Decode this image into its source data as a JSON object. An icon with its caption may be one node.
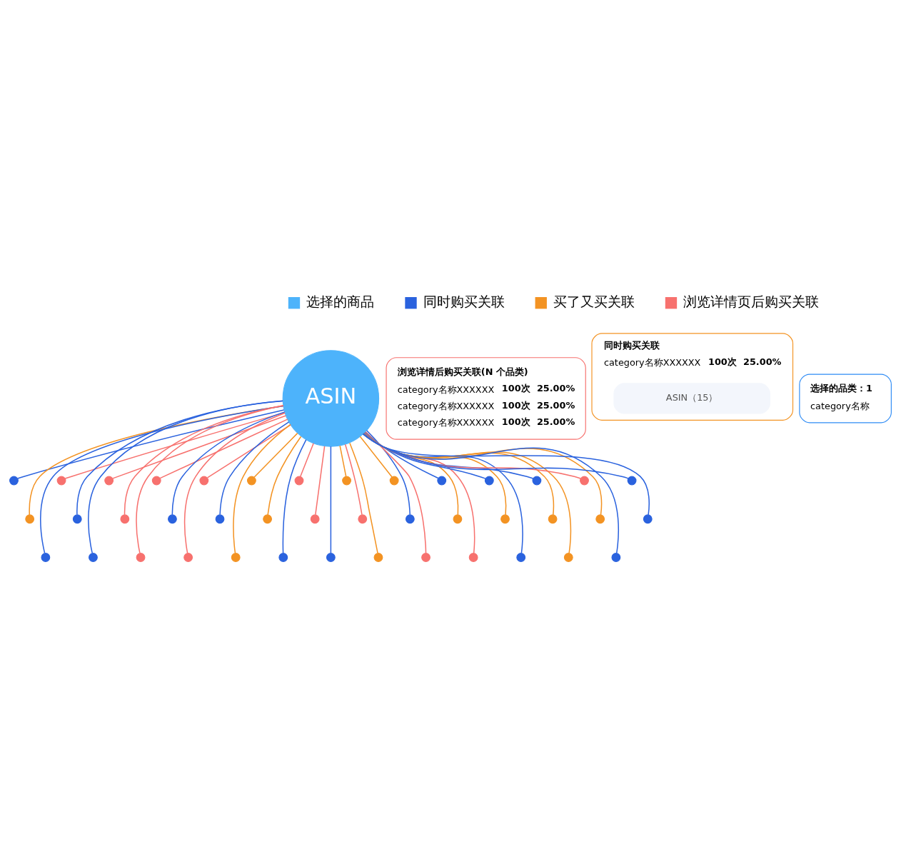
{
  "diagram": {
    "nodes": [
      {
        "text": [
          "ASIN"
        ]
      },
      {
        "text": [
          "浏览详情后购买关联(N 个品类)",
          "category名称XXXXXX",
          "100次",
          "25.00%",
          "category名称XXXXXX",
          "100次",
          "25.00%",
          "category名称XXXXXX",
          "100次",
          "25.00%"
        ]
      },
      {
        "text": [
          "同时购买关联",
          "category名称XXXXXX",
          "100次",
          "25.00%"
        ]
      },
      {
        "text": [
          "ASIN（15）"
        ],
        "in": 2
      },
      {
        "text": [
          "选择的品类：1",
          "category名称"
        ]
      },
      {
        "text": [],
        "shape": "circle"
      },
      {
        "text": [],
        "shape": "circle"
      },
      {
        "text": [],
        "shape": "circle"
      },
      {
        "text": [],
        "shape": "circle"
      },
      {
        "text": [],
        "shape": "circle"
      },
      {
        "text": [],
        "shape": "circle"
      },
      {
        "text": [],
        "shape": "circle"
      },
      {
        "text": [],
        "shape": "circle"
      },
      {
        "text": [],
        "shape": "circle"
      },
      {
        "text": [],
        "shape": "circle"
      },
      {
        "text": [],
        "shape": "circle"
      },
      {
        "text": [],
        "shape": "circle"
      },
      {
        "text": [],
        "shape": "circle"
      },
      {
        "text": [],
        "shape": "circle"
      },
      {
        "text": [],
        "shape": "circle"
      },
      {
        "text": [],
        "shape": "circle"
      },
      {
        "text": [],
        "shape": "circle"
      },
      {
        "text": [],
        "shape": "circle"
      },
      {
        "text": [],
        "shape": "circle"
      },
      {
        "text": [],
        "shape": "circle"
      },
      {
        "text": [],
        "shape": "circle"
      },
      {
        "text": [],
        "shape": "circle"
      },
      {
        "text": [],
        "shape": "circle"
      },
      {
        "text": [],
        "shape": "circle"
      },
      {
        "text": [],
        "shape": "circle"
      },
      {
        "text": [],
        "shape": "circle"
      },
      {
        "text": [],
        "shape": "circle"
      },
      {
        "text": [],
        "shape": "circle"
      },
      {
        "text": [],
        "shape": "circle"
      },
      {
        "text": [],
        "shape": "circle"
      },
      {
        "text": [],
        "shape": "circle"
      },
      {
        "text": [],
        "shape": "circle"
      },
      {
        "text": [],
        "shape": "circle"
      },
      {
        "text": [],
        "shape": "circle"
      },
      {
        "text": [],
        "shape": "circle"
      },
      {
        "text": [],
        "shape": "circle"
      },
      {
        "text": [],
        "shape": "circle"
      },
      {
        "text": [],
        "shape": "circle"
      },
      {
        "text": [],
        "shape": "circle"
      },
      {
        "text": [],
        "shape": "circle"
      },
      {
        "text": [],
        "shape": "circle"
      }
    ],
    "edges": [
      {
        "from": 0,
        "to": 5,
        "arrow": "none"
      },
      {
        "from": 0,
        "to": 6,
        "arrow": "none",
        "color": "#f39323"
      },
      {
        "from": 0,
        "to": 7,
        "arrow": "none"
      },
      {
        "from": 0,
        "to": 8,
        "arrow": "none",
        "color": "#f7716e"
      },
      {
        "from": 0,
        "to": 9,
        "arrow": "none"
      },
      {
        "from": 0,
        "to": 10,
        "arrow": "none"
      },
      {
        "from": 0,
        "to": 11,
        "arrow": "none",
        "color": "#f7716e"
      },
      {
        "from": 0,
        "to": 12,
        "arrow": "none",
        "color": "#f7716e"
      },
      {
        "from": 0,
        "to": 13,
        "arrow": "none",
        "color": "#f7716e"
      },
      {
        "from": 0,
        "to": 14,
        "arrow": "none",
        "color": "#f7716e"
      },
      {
        "from": 0,
        "to": 15,
        "arrow": "none"
      },
      {
        "from": 0,
        "to": 16,
        "arrow": "none",
        "color": "#f7716e"
      },
      {
        "from": 0,
        "to": 17,
        "arrow": "none",
        "color": "#f7716e"
      },
      {
        "from": 0,
        "to": 18,
        "arrow": "none"
      },
      {
        "from": 0,
        "to": 19,
        "arrow": "none",
        "color": "#f39323"
      },
      {
        "from": 0,
        "to": 20,
        "arrow": "none",
        "color": "#f39323"
      },
      {
        "from": 0,
        "to": 21,
        "arrow": "none",
        "color": "#f39323"
      },
      {
        "from": 0,
        "to": 22,
        "arrow": "none"
      },
      {
        "from": 0,
        "to": 23,
        "arrow": "none",
        "color": "#f7716e"
      },
      {
        "from": 0,
        "to": 24,
        "arrow": "none",
        "color": "#f7716e"
      },
      {
        "from": 0,
        "to": 25,
        "arrow": "none"
      },
      {
        "from": 0,
        "to": 26,
        "arrow": "none",
        "color": "#f39323"
      },
      {
        "from": 0,
        "to": 27,
        "arrow": "none",
        "color": "#f7716e"
      },
      {
        "from": 0,
        "to": 28,
        "arrow": "none",
        "color": "#f39323"
      },
      {
        "from": 0,
        "to": 29,
        "arrow": "none",
        "color": "#f39323"
      },
      {
        "from": 0,
        "to": 30,
        "arrow": "none"
      },
      {
        "from": 0,
        "to": 31,
        "arrow": "none",
        "color": "#f7716e"
      },
      {
        "from": 0,
        "to": 32,
        "arrow": "none"
      },
      {
        "from": 0,
        "to": 33,
        "arrow": "none",
        "color": "#f39323"
      },
      {
        "from": 0,
        "to": 34,
        "arrow": "none",
        "color": "#f7716e"
      },
      {
        "from": 0,
        "to": 35,
        "arrow": "none"
      },
      {
        "from": 0,
        "to": 36,
        "arrow": "none",
        "color": "#f39323"
      },
      {
        "from": 0,
        "to": 37,
        "arrow": "none"
      },
      {
        "from": 0,
        "to": 38,
        "arrow": "none"
      },
      {
        "from": 0,
        "to": 39,
        "arrow": "none",
        "color": "#f39323"
      },
      {
        "from": 0,
        "to": 40,
        "arrow": "none",
        "color": "#f39323"
      },
      {
        "from": 0,
        "to": 41,
        "arrow": "none",
        "color": "#f7716e"
      },
      {
        "from": 0,
        "to": 42,
        "arrow": "none",
        "color": "#f39323"
      },
      {
        "from": 0,
        "to": 43,
        "arrow": "none"
      },
      {
        "from": 0,
        "to": 44,
        "arrow": "none"
      },
      {
        "from": 0,
        "to": 45,
        "arrow": "none"
      }
    ],
    "legend": [
      {
        "text": "选择的商品",
        "color": "#4db3fb"
      },
      {
        "text": "同时购买关联",
        "color": "#2a62de"
      },
      {
        "text": "买了又买关联",
        "color": "#f39323"
      },
      {
        "text": "浏览详情页后购买关联",
        "color": "#f7716e"
      }
    ]
  }
}
